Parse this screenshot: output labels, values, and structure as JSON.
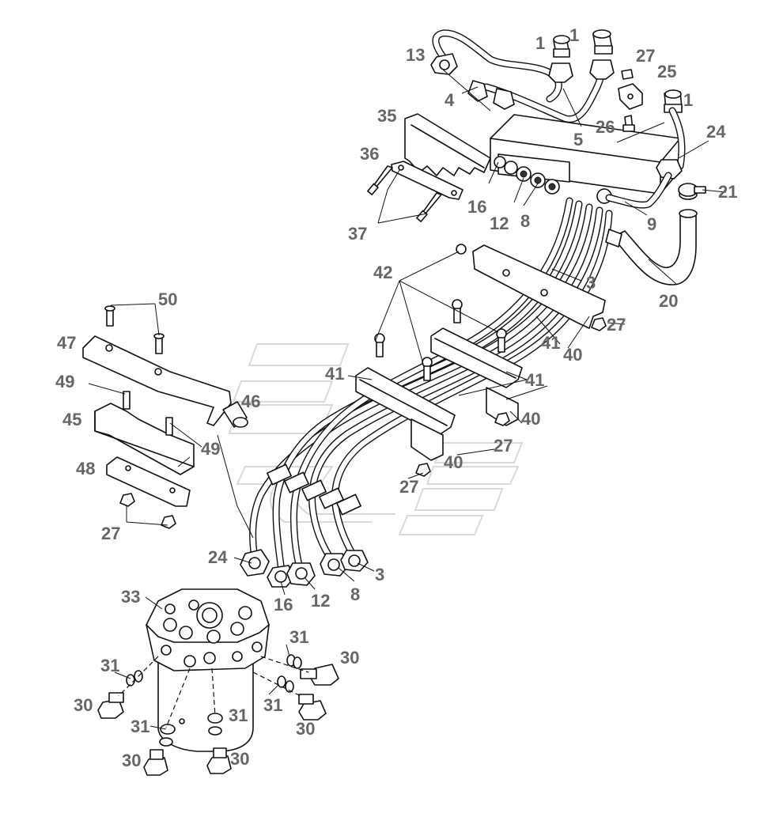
{
  "callouts": [
    {
      "text": "1"
    },
    {
      "text": "1"
    },
    {
      "text": "1"
    },
    {
      "text": "13"
    },
    {
      "text": "27"
    },
    {
      "text": "25"
    },
    {
      "text": "4"
    },
    {
      "text": "35"
    },
    {
      "text": "26"
    },
    {
      "text": "24"
    },
    {
      "text": "5"
    },
    {
      "text": "36"
    },
    {
      "text": "21"
    },
    {
      "text": "16"
    },
    {
      "text": "12"
    },
    {
      "text": "8"
    },
    {
      "text": "9"
    },
    {
      "text": "37"
    },
    {
      "text": "42"
    },
    {
      "text": "3"
    },
    {
      "text": "50"
    },
    {
      "text": "20"
    },
    {
      "text": "27"
    },
    {
      "text": "47"
    },
    {
      "text": "41"
    },
    {
      "text": "40"
    },
    {
      "text": "41"
    },
    {
      "text": "49"
    },
    {
      "text": "41"
    },
    {
      "text": "46"
    },
    {
      "text": "45"
    },
    {
      "text": "40"
    },
    {
      "text": "49"
    },
    {
      "text": "27"
    },
    {
      "text": "48"
    },
    {
      "text": "40"
    },
    {
      "text": "27"
    },
    {
      "text": "27"
    },
    {
      "text": "24"
    },
    {
      "text": "3"
    },
    {
      "text": "16"
    },
    {
      "text": "12"
    },
    {
      "text": "8"
    },
    {
      "text": "33"
    },
    {
      "text": "31"
    },
    {
      "text": "30"
    },
    {
      "text": "31"
    },
    {
      "text": "30"
    },
    {
      "text": "31"
    },
    {
      "text": "30"
    },
    {
      "text": "31"
    },
    {
      "text": "31"
    },
    {
      "text": "30"
    },
    {
      "text": "30"
    }
  ],
  "colors": {
    "label": "#666666",
    "line": "#111111",
    "watermark": "#d9d9d9"
  }
}
